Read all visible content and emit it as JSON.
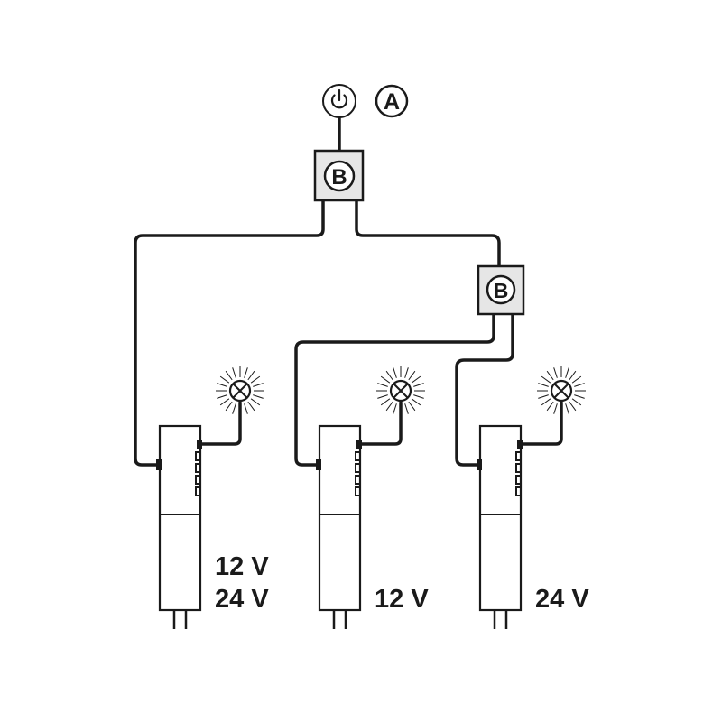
{
  "diagram": {
    "colors": {
      "line": "#1a1a1a",
      "module_fill": "#e6e6e6",
      "background": "#ffffff"
    },
    "switch": {
      "icon": "power-icon",
      "label": "A"
    },
    "junction_boxes": [
      {
        "label": "B"
      },
      {
        "label": "B"
      }
    ],
    "lamps": [
      {
        "icon": "lamp-icon"
      },
      {
        "icon": "lamp-icon"
      },
      {
        "icon": "lamp-icon"
      }
    ],
    "drivers": [
      {
        "voltage_lines": [
          "12 V",
          "24 V"
        ]
      },
      {
        "voltage_lines": [
          "12 V"
        ]
      },
      {
        "voltage_lines": [
          "24 V"
        ]
      }
    ]
  }
}
